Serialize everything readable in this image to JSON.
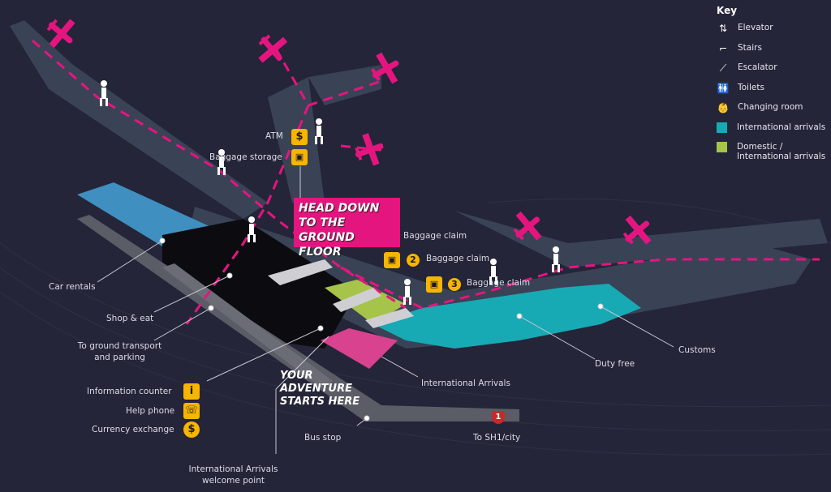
{
  "key": {
    "title": "Key",
    "items": [
      {
        "icon": "elevator-icon",
        "glyph": "⇅",
        "label": "Elevator"
      },
      {
        "icon": "stairs-icon",
        "glyph": "⌐",
        "label": "Stairs"
      },
      {
        "icon": "escalator-icon",
        "glyph": "⟋",
        "label": "Escalator"
      },
      {
        "icon": "toilets-icon",
        "glyph": "🚻",
        "label": "Toilets"
      },
      {
        "icon": "changing-room-icon",
        "glyph": "👶",
        "label": "Changing room"
      }
    ],
    "areas": [
      {
        "label": "International arrivals",
        "color": "#17aab5"
      },
      {
        "label": "Domestic / International arrivals",
        "color": "#a6c34a"
      }
    ]
  },
  "banner": {
    "text": "HEAD DOWN TO THE GROUND FLOOR",
    "color": "#e5157f"
  },
  "callout": "YOUR ADVENTURE STARTS HERE",
  "labels": {
    "atm": "ATM",
    "atm_icon": "$",
    "baggage_storage": "Baggage storage",
    "baggage_claim_1": "Baggage claim",
    "baggage_claim_2": "Baggage claim",
    "baggage_claim_2_num": "2",
    "baggage_claim_3": "Baggage claim",
    "baggage_claim_3_num": "3",
    "car_rentals": "Car rentals",
    "shop_eat": "Shop & eat",
    "ground_transport": "To ground transport and parking",
    "information_counter": "Information counter",
    "information_icon": "i",
    "help_phone": "Help phone",
    "help_phone_icon": "☏",
    "currency_exchange": "Currency exchange",
    "currency_icon": "$",
    "international_arrivals": "International Arrivals",
    "duty_free": "Duty free",
    "customs": "Customs",
    "bus_stop": "Bus stop",
    "to_city": "To SH1/city",
    "highway_number": "1",
    "welcome_point": "International Arrivals welcome point"
  },
  "colors": {
    "background": "#242538",
    "route": "#e5157f",
    "accent_yellow": "#f7b500",
    "car_rental_area": "#3f8fc0"
  }
}
